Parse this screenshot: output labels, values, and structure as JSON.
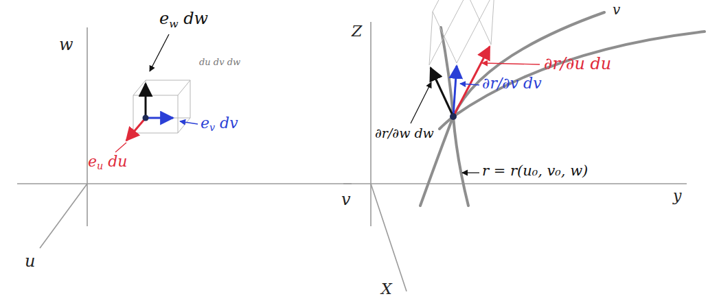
{
  "diagram": {
    "labels": [
      "w",
      "v",
      "u",
      "ew dw",
      "du dv dw",
      "ev dv",
      "eu du",
      "Z",
      "y",
      "X",
      "∂r/∂u du",
      "∂r/∂v dv",
      "∂r/∂w dw",
      "r = r(u₀, v₀, w)",
      "v"
    ]
  }
}
